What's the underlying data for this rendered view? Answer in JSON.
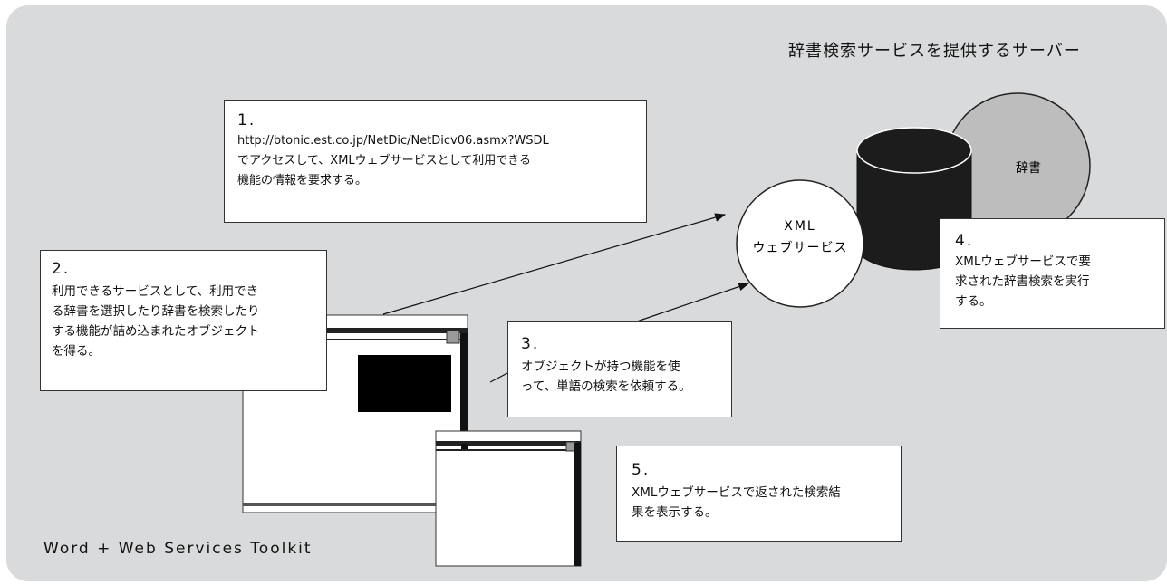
{
  "server_title": "辞書検索サービスを提供するサーバー",
  "footer_label": "Word + Web Services Toolkit",
  "xml_service": {
    "line1": "XML",
    "line2": "ウェブサービス"
  },
  "dictionary_label": "辞書",
  "steps": [
    {
      "number": "1.",
      "text": "http://btonic.est.co.jp/NetDic/NetDicv06.asmx?WSDL\nでアクセスして、XMLウェブサービスとして利用できる\n機能の情報を要求する。"
    },
    {
      "number": "2.",
      "text": "利用できるサービスとして、利用でき\nる辞書を選択したり辞書を検索したり\nする機能が詰め込まれたオブジェクト\nを得る。"
    },
    {
      "number": "3.",
      "text": "オブジェクトが持つ機能を使\nって、単語の検索を依頼する。"
    },
    {
      "number": "4.",
      "text": "XMLウェブサービスで要\n求された辞書検索を実行\nする。"
    },
    {
      "number": "5.",
      "text": "XMLウェブサービスで返された検索結\n果を表示する。"
    }
  ],
  "colors": {
    "panel_bg": "#d9dadb",
    "dictionary_fill": "#bdbdbd",
    "cylinder_fill": "#1c1c1c"
  }
}
